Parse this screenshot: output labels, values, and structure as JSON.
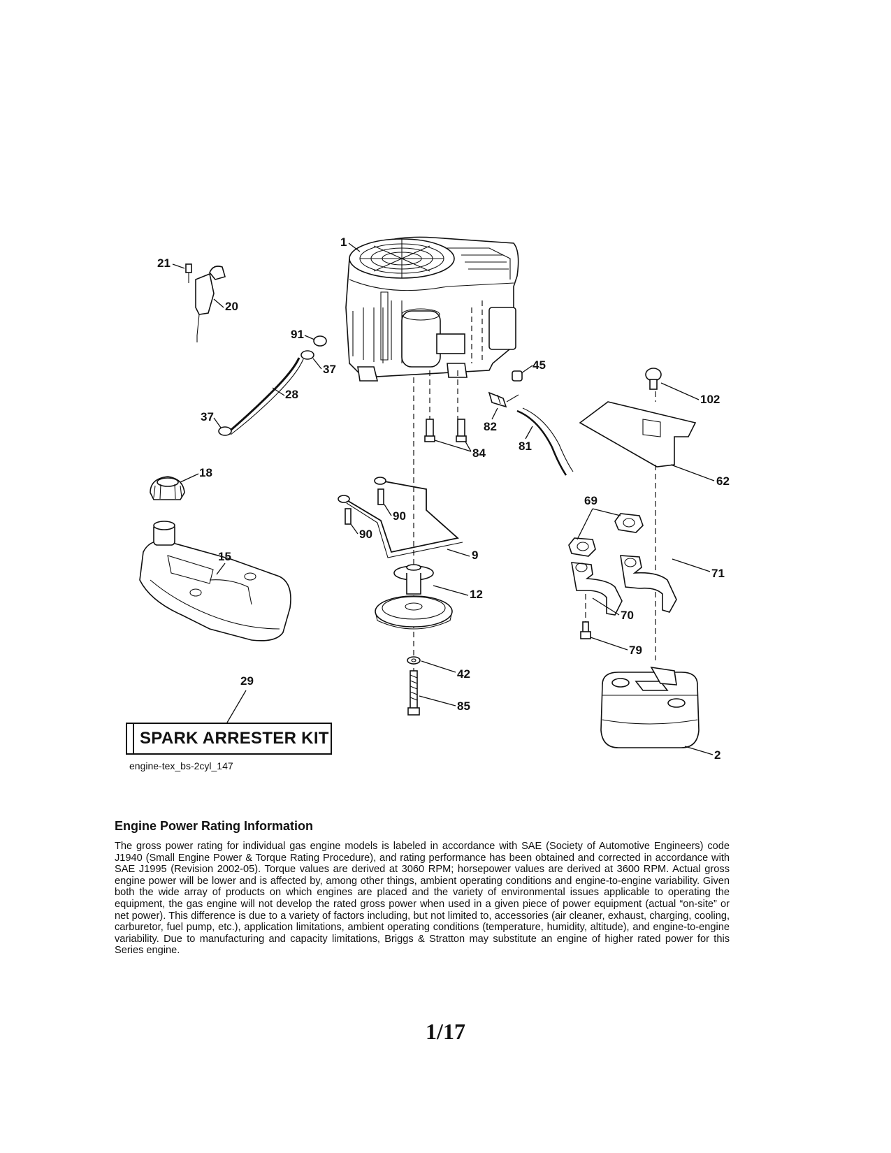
{
  "diagram": {
    "callouts": {
      "c1": "1",
      "c2": "2",
      "c9": "9",
      "c12": "12",
      "c15": "15",
      "c18": "18",
      "c20": "20",
      "c21": "21",
      "c28": "28",
      "c29": "29",
      "c37a": "37",
      "c37b": "37",
      "c42": "42",
      "c45": "45",
      "c62": "62",
      "c69": "69",
      "c70": "70",
      "c71": "71",
      "c79": "79",
      "c81": "81",
      "c82": "82",
      "c84": "84",
      "c85": "85",
      "c90a": "90",
      "c90b": "90",
      "c91": "91",
      "c102": "102"
    },
    "spark_arrester_label": "SPARK ARRESTER KIT",
    "diagram_id": "engine-tex_bs-2cyl_147"
  },
  "rating": {
    "heading": "Engine Power Rating Information",
    "body": "The gross power rating for individual gas engine models is labeled in accordance with SAE (Society of Automotive Engineers) code J1940 (Small Engine Power & Torque Rating Procedure), and rating performance has been obtained and corrected in accordance with SAE J1995 (Revision 2002-05). Torque values are derived at 3060 RPM; horsepower values are derived at 3600 RPM. Actual gross engine power will be lower and is affected by, among other things, ambient operating conditions and engine-to-engine variability. Given both the wide array of products on which engines are placed and the variety of environmental issues applicable to operating the equipment, the gas engine will not develop the rated gross power when used in a given piece of power equipment (actual “on-site” or net power). This difference is due to a variety of factors including, but not limited to, accessories (air cleaner, exhaust, charging, cooling, carburetor, fuel pump, etc.), application limitations, ambient operating conditions (temperature, humidity, altitude), and engine-to-engine variability. Due to manufacturing and capacity limitations, Briggs & Stratton may substitute an engine of higher rated power for this Series engine."
  },
  "page_number": "1/17"
}
